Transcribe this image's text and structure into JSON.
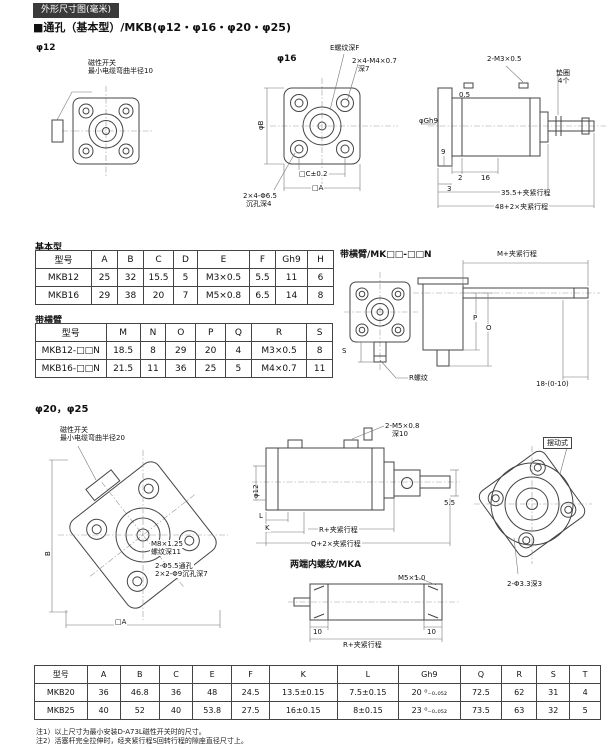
{
  "header": {
    "badge": "外形尺寸图(毫米)",
    "title": "■通孔（基本型）/MKB(φ12・φ16・φ20・φ25)"
  },
  "small": {
    "phi12": "φ12",
    "phi16": "φ16",
    "mag_switch": "磁性开关",
    "mag_radius": "最小电缆弯曲半径10",
    "phiB": "φB",
    "thread": "E螺纹深F",
    "bolts": "2×4-M4×0.7",
    "bolt_depth": "深7",
    "sqC": "□C±0.2",
    "sqA": "□A",
    "cbore": "2×4-Φ6.5",
    "cbore_depth": "沉孔深4",
    "screws": "2-M3×0.5",
    "washer": "垫圈",
    "washer_qty": "4个",
    "d05": "0.5",
    "phiG": "φGh9",
    "d9": "9",
    "d2": "2",
    "d16": "16",
    "d3": "3",
    "stroke1": "35.5+夹紧行程",
    "stroke2": "48+2×夹紧行程"
  },
  "table_basic": {
    "title": "基本型",
    "headers": [
      "型号",
      "A",
      "B",
      "C",
      "D",
      "E",
      "F",
      "Gh9",
      "H"
    ],
    "rows": [
      [
        "MKB12",
        "25",
        "32",
        "15.5",
        "5",
        "M3×0.5",
        "5.5",
        "11",
        "6"
      ],
      [
        "MKB16",
        "29",
        "38",
        "20",
        "7",
        "M5×0.8",
        "6.5",
        "14",
        "8"
      ]
    ]
  },
  "table_arm": {
    "title": "带横臂",
    "headers": [
      "型号",
      "M",
      "N",
      "O",
      "P",
      "Q",
      "R",
      "S"
    ],
    "rows": [
      [
        "MKB12-□□N",
        "18.5",
        "8",
        "29",
        "20",
        "4",
        "M3×0.5",
        "8"
      ],
      [
        "MKB16-□□N",
        "21.5",
        "11",
        "36",
        "25",
        "5",
        "M4×0.7",
        "11"
      ]
    ]
  },
  "arm_drawing": {
    "title": "带横臂/MK□□-□□N",
    "m_stroke": "M+夹紧行程",
    "dO": "O",
    "dP": "P",
    "dS": "S",
    "r_thread": "R螺纹",
    "d18": "18-(0-10)"
  },
  "large": {
    "title": "φ20，φ25",
    "mag_switch": "磁性开关",
    "mag_radius": "最小电缆弯曲半径20",
    "m8": "M8×1.25",
    "m8_depth": "螺纹深11",
    "holes": "2-Φ5.5通孔",
    "cbore": "2×2-Φ9沉孔深7",
    "sqA": "□A",
    "dB": "B",
    "phi12": "φ12",
    "ports": "2-M5×0.8",
    "port_depth": "深10",
    "dL": "L",
    "dK": "K",
    "d55": "5.5",
    "r_stroke": "R+夹紧行程",
    "q_stroke": "Q+2×夹紧行程",
    "swing": "摆动式",
    "swing_holes": "2-Φ3.3深3"
  },
  "mka": {
    "title": "两端内螺纹/MKA",
    "thread": "M5×1.0",
    "d10l": "10",
    "d10r": "10",
    "r_stroke": "R+夹紧行程"
  },
  "table_bottom": {
    "headers": [
      "型号",
      "A",
      "B",
      "C",
      "E",
      "F",
      "K",
      "L",
      "Gh9",
      "Q",
      "R",
      "S",
      "T"
    ],
    "rows": [
      [
        "MKB20",
        "36",
        "46.8",
        "36",
        "48",
        "24.5",
        "13.5±0.15",
        "7.5±0.15",
        "20 ⁰₋₀.₀₅₂",
        "72.5",
        "62",
        "31",
        "4"
      ],
      [
        "MKB25",
        "40",
        "52",
        "40",
        "53.8",
        "27.5",
        "16±0.15",
        "8±0.15",
        "23 ⁰₋₀.₀₅₂",
        "73.5",
        "63",
        "32",
        "5"
      ]
    ]
  },
  "notes": [
    "注1）以上尺寸为最小安装D-A73L磁性开关时的尺寸。",
    "注2）活塞杆完全拉伸时，经夹紧行程S回转行程的隙座直径尺寸上。"
  ]
}
